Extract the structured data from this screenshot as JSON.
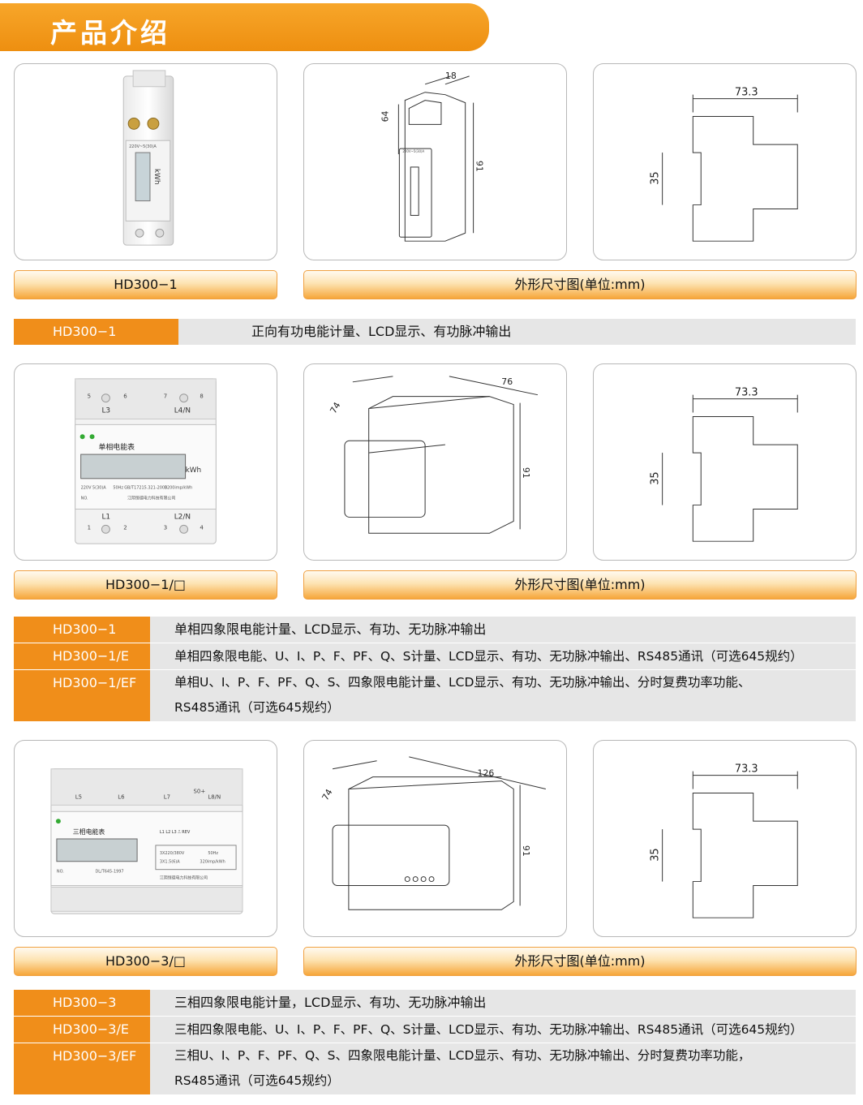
{
  "page": {
    "title": "产品介绍"
  },
  "section1": {
    "caption_left": "HD300−1",
    "caption_right": "外形尺寸图(单位:mm)",
    "front": {
      "rating": "220V~5(30)A",
      "unit": "kWh"
    },
    "side": {
      "dim_depth": "18",
      "dim_top": "64",
      "dim_height": "91",
      "label": "220V~5(30)A"
    },
    "profile": {
      "dim_width": "73.3",
      "dim_rail": "35"
    },
    "specs": [
      {
        "model": "HD300−1",
        "desc": "正向有功电能计量、LCD显示、有功脉冲输出"
      }
    ]
  },
  "section2": {
    "caption_left": "HD300−1/□",
    "caption_right": "外形尺寸图(单位:mm)",
    "front": {
      "terminals_top": [
        "5",
        "6",
        "7",
        "8"
      ],
      "label_l3": "L3",
      "label_l4n": "L4/N",
      "name": "单相电能表",
      "unit": "kWh",
      "spec_line1": "220V  5(30)A",
      "spec_line2": "50Hz",
      "spec_line3": "GB/T17215.321-2008",
      "spec_line4": "3200imp/kWh",
      "no": "NO.",
      "maker": "江阴恒德电力科技有限公司",
      "label_l1": "L1",
      "label_l2n": "L2/N",
      "terminals_bottom": [
        "1",
        "2",
        "3",
        "4"
      ]
    },
    "iso": {
      "dim_depth": "74",
      "dim_width": "76",
      "dim_height": "91"
    },
    "profile": {
      "dim_width": "73.3",
      "dim_rail": "35"
    },
    "specs": [
      {
        "model": "HD300−1",
        "desc": "单相四象限电能计量、LCD显示、有功、无功脉冲输出"
      },
      {
        "model": "HD300−1/E",
        "desc": "单相四象限电能、U、I、P、F、PF、Q、S计量、LCD显示、有功、无功脉冲输出、RS485通讯（可选645规约）"
      },
      {
        "model": "HD300−1/EF",
        "desc": "单相U、I、P、F、PF、Q、S、四象限电能计量、LCD显示、有功、无功脉冲输出、分时复费功率功能、",
        "desc2": "RS485通讯（可选645规约）"
      }
    ]
  },
  "section3": {
    "caption_left": "HD300−3/□",
    "caption_right": "外形尺寸图(单位:mm)",
    "front": {
      "labels_top": [
        "L5",
        "L6",
        "L7",
        "S0+",
        "L8/N"
      ],
      "name": "三相电能表",
      "leds": "L1 L2 L3 ⎍ REV",
      "spec_line1": "3X220/380V",
      "spec_line2": "3X1.5(6)A",
      "spec_line3": "50Hz",
      "spec_line4": "320imp/kWh",
      "no": "NO.",
      "std": "DL/T645-1997",
      "maker": "江阴恒德电力科技有限公司"
    },
    "iso": {
      "dim_depth": "74",
      "dim_width": "126",
      "dim_height": "91"
    },
    "profile": {
      "dim_width": "73.3",
      "dim_rail": "35"
    },
    "specs": [
      {
        "model": "HD300−3",
        "desc": "三相四象限电能计量，LCD显示、有功、无功脉冲输出"
      },
      {
        "model": "HD300−3/E",
        "desc": "三相四象限电能、U、I、P、F、PF、Q、S计量、LCD显示、有功、无功脉冲输出、RS485通讯（可选645规约）"
      },
      {
        "model": "HD300−3/EF",
        "desc": "三相U、I、P、F、PF、Q、S、四象限电能计量、LCD显示、有功、无功脉冲输出、分时复费功率功能，",
        "desc2": "RS485通讯（可选645规约）"
      }
    ]
  },
  "colors": {
    "accent": "#f08e1a",
    "row_bg": "#e6e6e6",
    "panel_border": "#b8b8b8"
  }
}
